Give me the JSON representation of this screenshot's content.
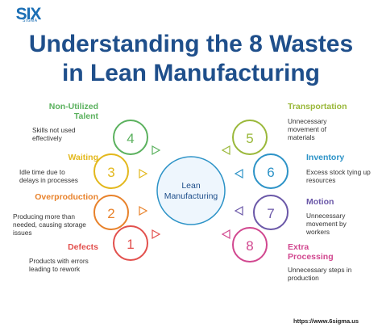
{
  "logo": {
    "text": "SIX",
    "sub": "SIGMA"
  },
  "title": {
    "line1": "Understanding the 8 Wastes",
    "line2": "in Lean Manufacturing"
  },
  "center": {
    "line1": "Lean",
    "line2": "Manufacturing"
  },
  "wastes": [
    {
      "number": "1",
      "label": "Defects",
      "description": "Products with errors leading to rework",
      "color": "#e2504d"
    },
    {
      "number": "2",
      "label": "Overproduction",
      "description": "Producing more than needed, causing storage issues",
      "color": "#e8822b"
    },
    {
      "number": "3",
      "label": "Waiting",
      "description": "Idle time due to delays in processes",
      "color": "#e3b81d"
    },
    {
      "number": "4",
      "label": "Non-Utilized Talent",
      "description": "Skills not used effectively",
      "color": "#5bb15e"
    },
    {
      "number": "5",
      "label": "Transportation",
      "description": "Unnecessary movement of materials",
      "color": "#9ab83a"
    },
    {
      "number": "6",
      "label": "Inventory",
      "description": "Excess stock tying up resources",
      "color": "#2d93c7"
    },
    {
      "number": "7",
      "label": "Motion",
      "description": "Unnecessary movement by workers",
      "color": "#6b58a8"
    },
    {
      "number": "8",
      "label": "Extra Processing",
      "description": "Unnecessary steps in production",
      "color": "#d1478f"
    }
  ],
  "footer": {
    "url": "https://www.6sigma.us"
  }
}
